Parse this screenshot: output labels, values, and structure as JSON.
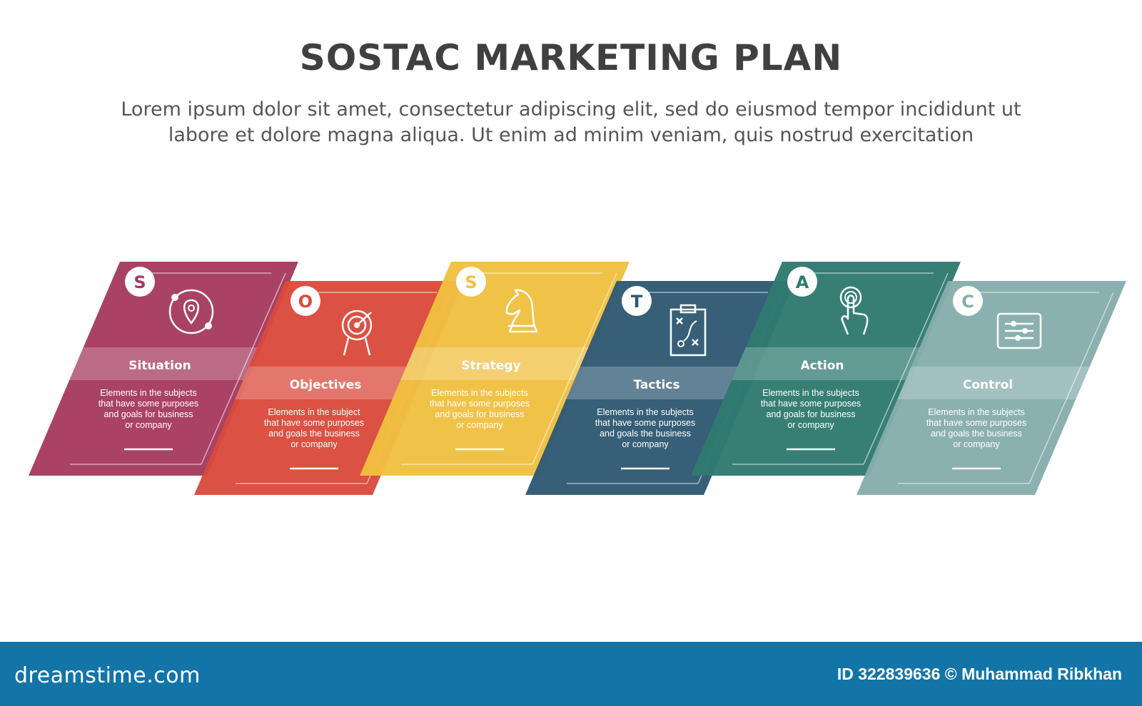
{
  "header": {
    "title": "SOSTAC MARKETING PLAN",
    "subtitle_line1": "Lorem ipsum dolor sit amet, consectetur adipiscing elit, sed do eiusmod tempor incididunt ut",
    "subtitle_line2": "labore et dolore magna aliqua. Ut enim ad minim veniam, quis nostrud exercitation"
  },
  "steps": [
    {
      "letter": "S",
      "label": "Situation",
      "color": "#a53a5e",
      "icon": "location-orbit-icon",
      "desc": [
        "Elements in the subjects",
        "that have some purposes",
        "and goals for business",
        "or company"
      ]
    },
    {
      "letter": "O",
      "label": "Objectives",
      "color": "#da4a3b",
      "icon": "target-icon",
      "desc": [
        "Elements in the subject",
        "that have some purposes",
        "and goals the  business",
        "or company"
      ]
    },
    {
      "letter": "S",
      "label": "Strategy",
      "color": "#f0c041",
      "icon": "chess-knight-icon",
      "desc": [
        "Elements in the subjects",
        "that have some purposes",
        "and goals for business",
        "or company"
      ]
    },
    {
      "letter": "T",
      "label": "Tactics",
      "color": "#2f5873",
      "icon": "tactics-clipboard-icon",
      "desc": [
        "Elements in the subjects",
        "that have some purposes",
        "and goals the  business",
        "or company"
      ]
    },
    {
      "letter": "A",
      "label": "Action",
      "color": "#2f7a6f",
      "icon": "tap-hand-icon",
      "desc": [
        "Elements in the subjects",
        "that have some purposes",
        "and goals for business",
        "or company"
      ]
    },
    {
      "letter": "C",
      "label": "Control",
      "color": "#86adad",
      "icon": "sliders-icon",
      "desc": [
        "Elements in the subjects",
        "that have some purposes",
        "and goals the  business",
        "or company"
      ]
    }
  ],
  "footer": {
    "logo": "dreamstime.com",
    "credit": "ID 322839636 © Muhammad Ribkhan"
  }
}
